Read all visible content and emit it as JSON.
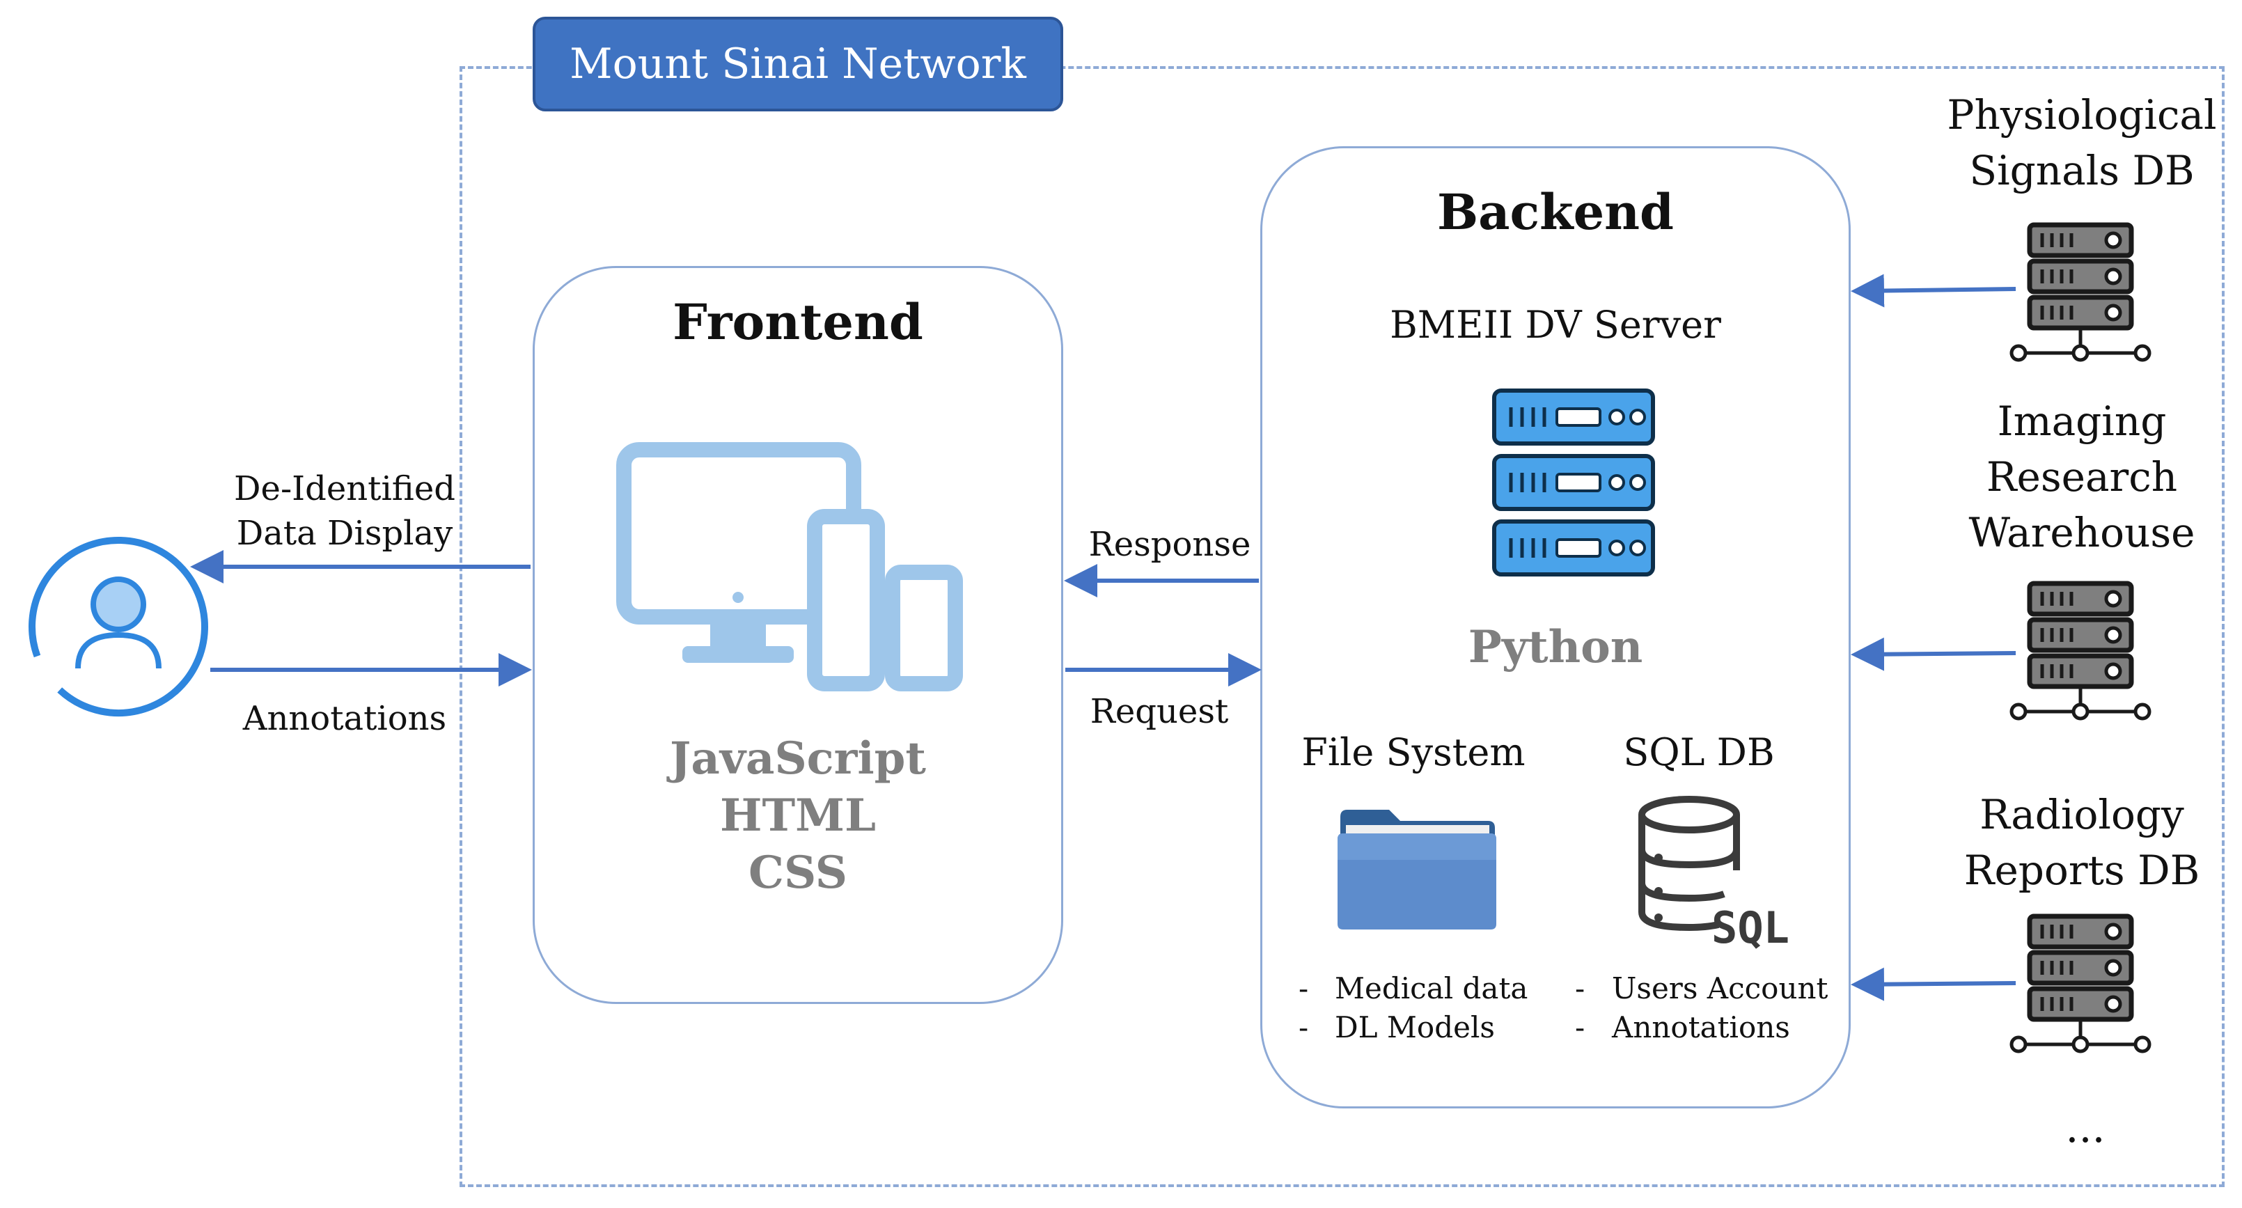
{
  "network": {
    "label": "Mount Sinai Network"
  },
  "frontend": {
    "title": "Frontend",
    "tech": [
      "JavaScript",
      "HTML",
      "CSS"
    ]
  },
  "backend": {
    "title": "Backend",
    "server": "BMEII DV Server",
    "language": "Python",
    "file_system": {
      "title": "File System",
      "items": [
        "Medical data",
        "DL Models"
      ]
    },
    "sql_db": {
      "title": "SQL DB",
      "items": [
        "Users Account",
        "Annotations"
      ],
      "icon_text": "SQL"
    }
  },
  "user_flow": {
    "display_label": [
      "De-Identified",
      "Data Display"
    ],
    "annotations_label": "Annotations"
  },
  "server_flow": {
    "response_label": "Response",
    "request_label": "Request"
  },
  "databases": [
    {
      "name": [
        "Physiological",
        "Signals DB"
      ]
    },
    {
      "name": [
        "Imaging",
        "Research",
        "Warehouse"
      ]
    },
    {
      "name": [
        "Radiology",
        "Reports DB"
      ]
    }
  ],
  "more_indicator": "...",
  "colors": {
    "accent": "#3f73c2",
    "arrow": "#4472c4",
    "device": "#9ec6ea",
    "server_fill": "#4aa3ea",
    "gray_text": "#7f7f7f",
    "dark_icon": "#3b3b3b"
  },
  "icons": {
    "user": "user-avatar-icon",
    "devices": "devices-icon",
    "server": "server-stack-icon",
    "folder": "folder-icon",
    "sql": "sql-database-icon",
    "db": "database-server-icon"
  }
}
